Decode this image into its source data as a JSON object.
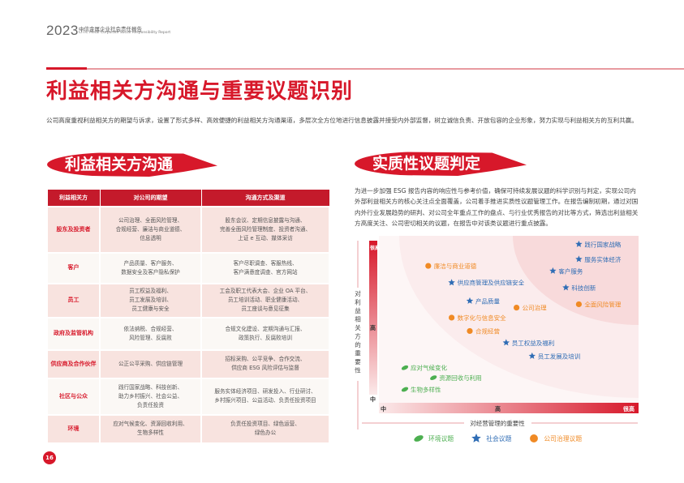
{
  "header": {
    "year": "2023",
    "title_cn": "中信金属企业社会责任报告",
    "title_en": "CITIC Metal Corporate Social Responsibility Report"
  },
  "page_title": "利益相关方沟通与重要议题识别",
  "intro": "公司高度重视利益相关方的期望与诉求，设置了形式多样、高效便捷的利益相关方沟通渠道，多层次全方位地进行信息披露并接受内外部监督，树立诚信负责、开放包容的企业形象，努力实现与利益相关方的互利共赢。",
  "section_left": "利益相关方沟通",
  "section_right": "实质性议题判定",
  "table": {
    "headers": [
      "利益相关方",
      "对公司的期望",
      "沟通方式及渠道"
    ],
    "rows": [
      {
        "stakeholder": "股东及投资者",
        "expectations": "公司治理、全面风险管理、\n合规经营、廉洁与商业道德、\n信息透明",
        "channels": "股东会议、定期信息披露与沟通、\n完善全面风险管理制度、投资者沟通、\n上证 e 互动、媒体采访"
      },
      {
        "stakeholder": "客户",
        "expectations": "产品质量、客户服务、\n数据安全及客户隐私保护",
        "channels": "客户尽职调查、客服热线、\n客户满意度调查、官方网站"
      },
      {
        "stakeholder": "员工",
        "expectations": "员工权益及福利、\n员工发展及培训、\n员工健康与安全",
        "channels": "工会及职工代表大会、企业 OA 平台、\n员工培训活动、职业健康活动、\n员工座谈与意见征集"
      },
      {
        "stakeholder": "政府及监管机构",
        "expectations": "依法纳税、合规经营、\n风险管理、反腐败",
        "channels": "合规文化建设、定期沟通与汇报、\n政策执行、反腐败培训"
      },
      {
        "stakeholder": "供应商及合作伙伴",
        "expectations": "公正公平采购、供应链管理",
        "channels": "招标采购、公平竞争、合作交流、\n供应商 ESG 风险评估与监督"
      },
      {
        "stakeholder": "社区与公众",
        "expectations": "践行国家战略、科技创新、\n助力乡村振兴、社会公益、\n负责任投资",
        "channels": "服务实体经济项目、研发投入、行业研讨、\n乡村振兴项目、公益活动、负责任投资项目"
      },
      {
        "stakeholder": "环境",
        "expectations": "应对气候变化、资源回收利用、\n生物多样性",
        "channels": "负责任投资项目、绿色运营、\n绿色办公"
      }
    ]
  },
  "materiality_text": "为进一步加强 ESG 报告内容的响应性与参考价值，确保可持续发展议题的科学识别与判定，实现公司内外部利益相关方的核心关注点全面覆盖，公司着手推进实质性议题管理工作。在报告编制初期，通过对国内外行业发展趋势的研判、对公司全年重点工作的盘点、与行业优秀报告的对比等方式，筛选出利益相关方高度关注、公司密切相关的议题，在报告中对该类议题进行重点披露。",
  "chart_data": {
    "type": "scatter",
    "xlabel": "对经营管理的重要性",
    "ylabel": "对利益相关方的重要性",
    "x_ticks": [
      "中",
      "高",
      "很高"
    ],
    "y_ticks": [
      "中",
      "高",
      "很高"
    ],
    "xlim": [
      0,
      100
    ],
    "ylim": [
      0,
      100
    ],
    "legend": [
      {
        "key": "env",
        "label": "环境议题",
        "color": "#4caf50"
      },
      {
        "key": "soc",
        "label": "社会议题",
        "color": "#2f6db5"
      },
      {
        "key": "gov",
        "label": "公司治理议题",
        "color": "#f08a24"
      }
    ],
    "points": [
      {
        "label": "践行国家战略",
        "cat": "soc",
        "x": 77,
        "y": 95
      },
      {
        "label": "服务实体经济",
        "cat": "soc",
        "x": 77,
        "y": 86
      },
      {
        "label": "廉洁与商业道德",
        "cat": "gov",
        "x": 19,
        "y": 82
      },
      {
        "label": "客户服务",
        "cat": "soc",
        "x": 67,
        "y": 79
      },
      {
        "label": "供应商管理及供应链安全",
        "cat": "soc",
        "x": 28,
        "y": 72
      },
      {
        "label": "科技创新",
        "cat": "soc",
        "x": 72,
        "y": 69
      },
      {
        "label": "产品质量",
        "cat": "soc",
        "x": 35,
        "y": 61
      },
      {
        "label": "公司治理",
        "cat": "gov",
        "x": 53,
        "y": 57
      },
      {
        "label": "全面风险管理",
        "cat": "gov",
        "x": 77,
        "y": 59
      },
      {
        "label": "数字化与信息安全",
        "cat": "gov",
        "x": 28,
        "y": 51
      },
      {
        "label": "合规经营",
        "cat": "gov",
        "x": 35,
        "y": 43
      },
      {
        "label": "员工权益及福利",
        "cat": "soc",
        "x": 49,
        "y": 36
      },
      {
        "label": "员工发展及培训",
        "cat": "soc",
        "x": 59,
        "y": 28
      },
      {
        "label": "应对气候变化",
        "cat": "env",
        "x": 10,
        "y": 21
      },
      {
        "label": "资源回收与利用",
        "cat": "env",
        "x": 21,
        "y": 15
      },
      {
        "label": "生物多样性",
        "cat": "env",
        "x": 10,
        "y": 8
      }
    ]
  },
  "page_number": "16"
}
